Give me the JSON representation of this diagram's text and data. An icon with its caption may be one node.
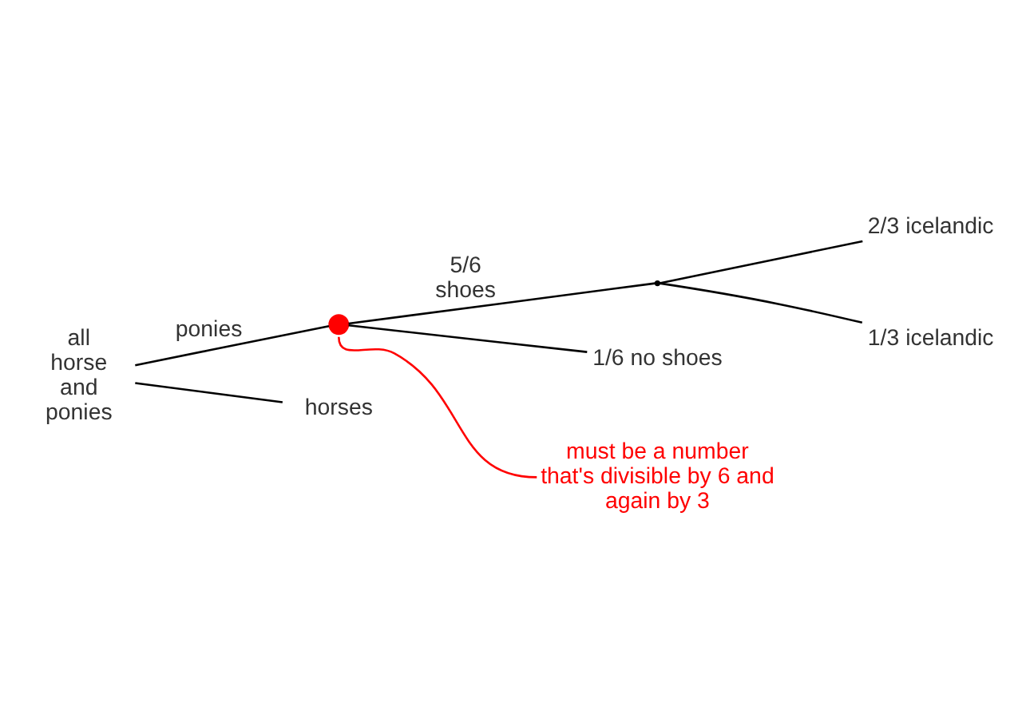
{
  "diagram": {
    "nodes": [
      {
        "text": [
          "all horse and ponies"
        ]
      },
      {
        "text": [],
        "shape": "circle"
      },
      {
        "text": [],
        "shape": "point"
      },
      {
        "text": [
          "2/3 icelandic"
        ]
      },
      {
        "text": [
          "1/3 icelandic"
        ]
      },
      {
        "text": [
          "1/6 no shoes"
        ]
      },
      {
        "text": [
          "horses"
        ]
      },
      {
        "text": [
          "must be a number that's divisible by 6 and again by 3"
        ]
      }
    ],
    "edges": [
      {
        "from": 0,
        "to": 1,
        "arrow": "none",
        "label": "ponies"
      },
      {
        "from": 0,
        "to": 6,
        "arrow": "none"
      },
      {
        "from": 1,
        "to": 2,
        "arrow": "none",
        "label": "5/6 shoes"
      },
      {
        "from": 2,
        "to": 3,
        "arrow": "none"
      },
      {
        "from": 2,
        "to": 4,
        "arrow": "none"
      },
      {
        "from": 1,
        "to": 5,
        "arrow": "none"
      },
      {
        "from": 7,
        "to": 1,
        "arrow": "none",
        "color": "#ff0000"
      }
    ]
  }
}
